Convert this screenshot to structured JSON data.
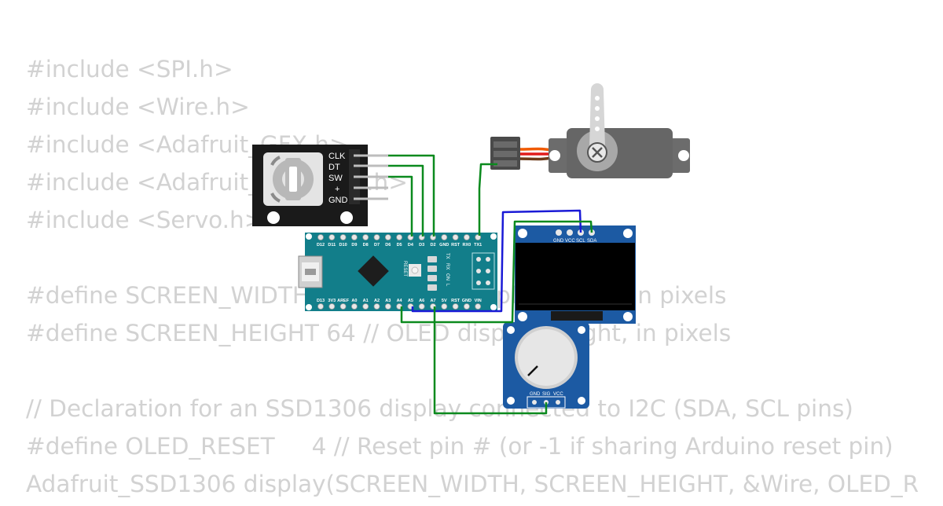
{
  "code_lines": [
    "#include <SPI.h>",
    "#include <Wire.h>",
    "#include <Adafruit_GFX.h>",
    "#include <Adafruit_SSD1306.h>",
    "#include <Servo.h>",
    "",
    "#define SCREEN_WIDTH 128 // OLED display width, in pixels",
    "#define SCREEN_HEIGHT 64 // OLED display height, in pixels",
    "",
    "// Declaration for an SSD1306 display connected to I2C (SDA, SCL pins)",
    "#define OLED_RESET     4 // Reset pin # (or -1 if sharing Arduino reset pin)",
    "Adafruit_SSD1306 display(SCREEN_WIDTH, SCREEN_HEIGHT, &Wire, OLED_R"
  ],
  "encoder": {
    "pins": [
      "CLK",
      "DT",
      "SW",
      "+",
      "GND"
    ]
  },
  "nano": {
    "top_pins": [
      "D12",
      "D11",
      "D10",
      "D9",
      "D8",
      "D7",
      "D6",
      "D5",
      "D4",
      "D3",
      "D2",
      "GND",
      "RST",
      "RX0",
      "TX1"
    ],
    "bottom_pins": [
      "D13",
      "3V3",
      "AREF",
      "A0",
      "A1",
      "A2",
      "A3",
      "A4",
      "A5",
      "A6",
      "A7",
      "5V",
      "RST",
      "GND",
      "VIN"
    ],
    "reset_label": "RESET",
    "led_labels": [
      "TX",
      "RX",
      "ON",
      "L"
    ]
  },
  "oled": {
    "pins": [
      "GND",
      "VCC",
      "SCL",
      "SDA"
    ]
  },
  "pot": {
    "pins": [
      "GND",
      "SIG",
      "VCC"
    ]
  },
  "colors": {
    "wire_green": "#0b8a1e",
    "wire_blue": "#1a1ad6",
    "nano_teal": "#127e8a",
    "oled_blue": "#1c5aa3",
    "code_gray": "#d2d2d2"
  }
}
